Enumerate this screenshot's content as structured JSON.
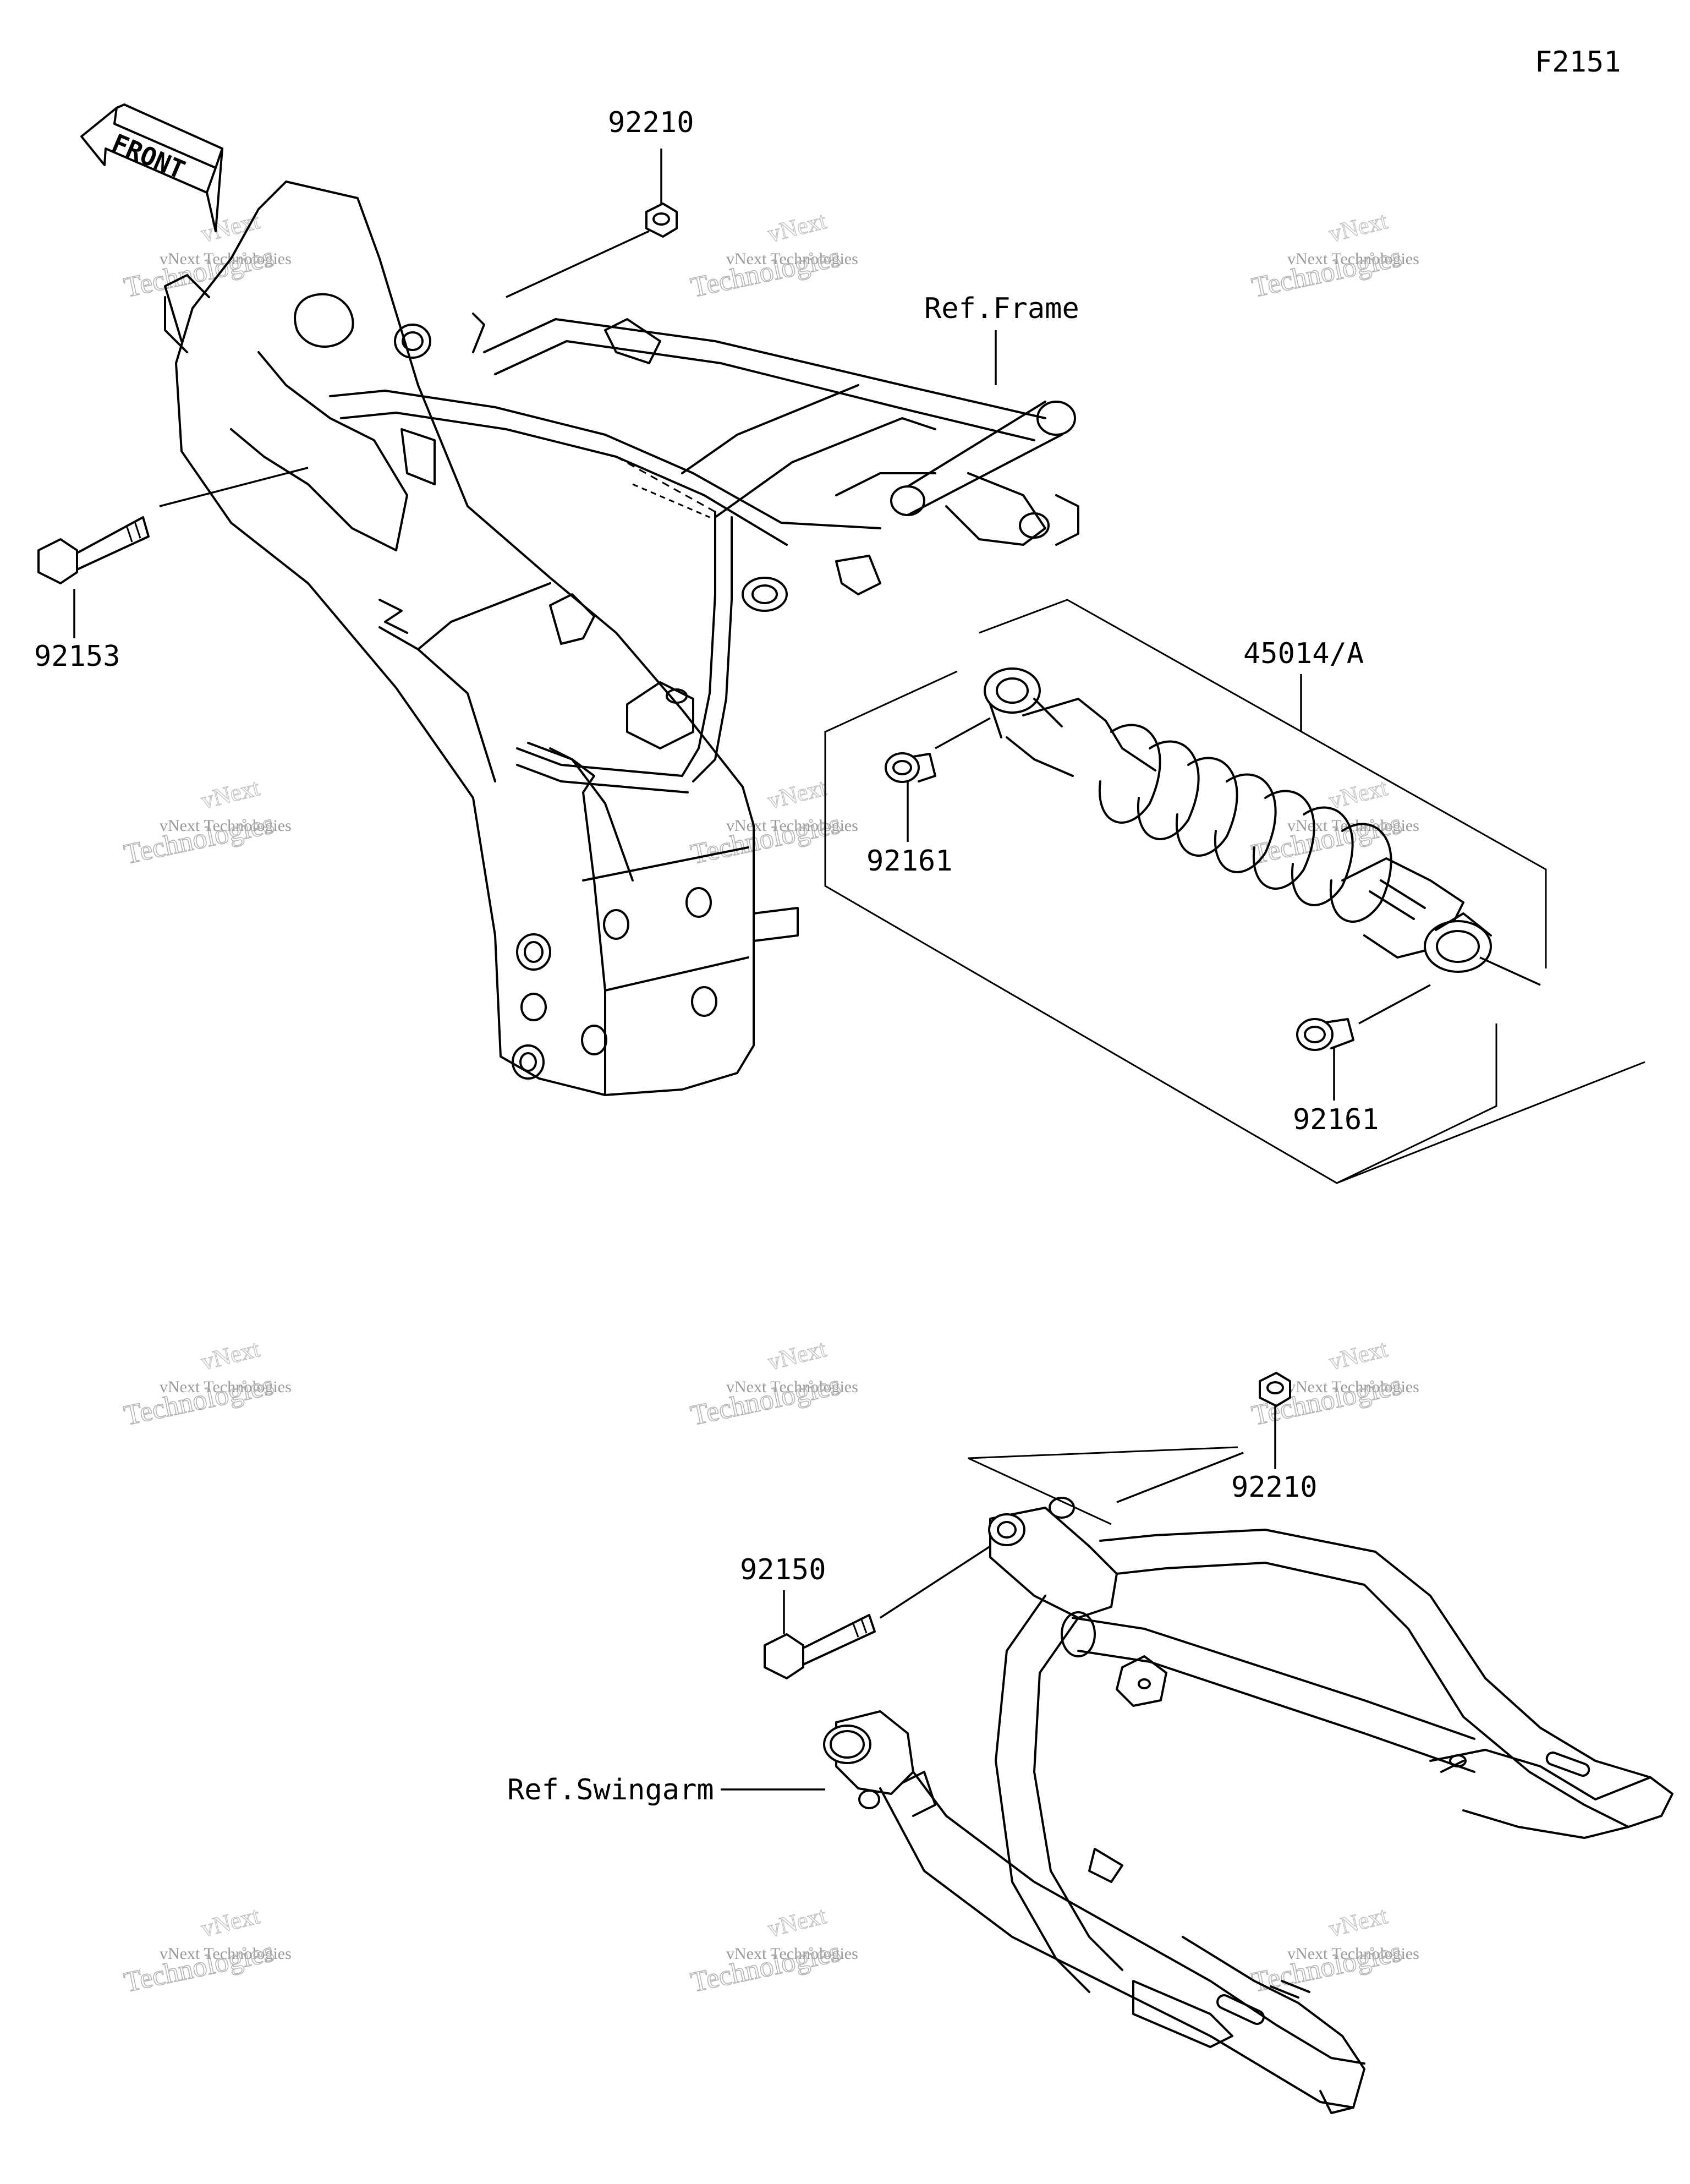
{
  "figure_code": "F2151",
  "front_arrow_text": "FRONT",
  "callouts": [
    {
      "id": "nut-top",
      "part_number": "92210"
    },
    {
      "id": "bolt-frame",
      "part_number": "92153"
    },
    {
      "id": "ref-frame",
      "part_number": "Ref.Frame"
    },
    {
      "id": "shock",
      "part_number": "45014/A"
    },
    {
      "id": "collar-top",
      "part_number": "92161"
    },
    {
      "id": "collar-bottom",
      "part_number": "92161"
    },
    {
      "id": "nut-bottom",
      "part_number": "92210"
    },
    {
      "id": "bolt-swingarm",
      "part_number": "92150"
    },
    {
      "id": "ref-swingarm",
      "part_number": "Ref.Swingarm"
    }
  ],
  "watermark": {
    "line1": "vNext",
    "line2": "vNext Technologies",
    "line3": "Technologies"
  }
}
